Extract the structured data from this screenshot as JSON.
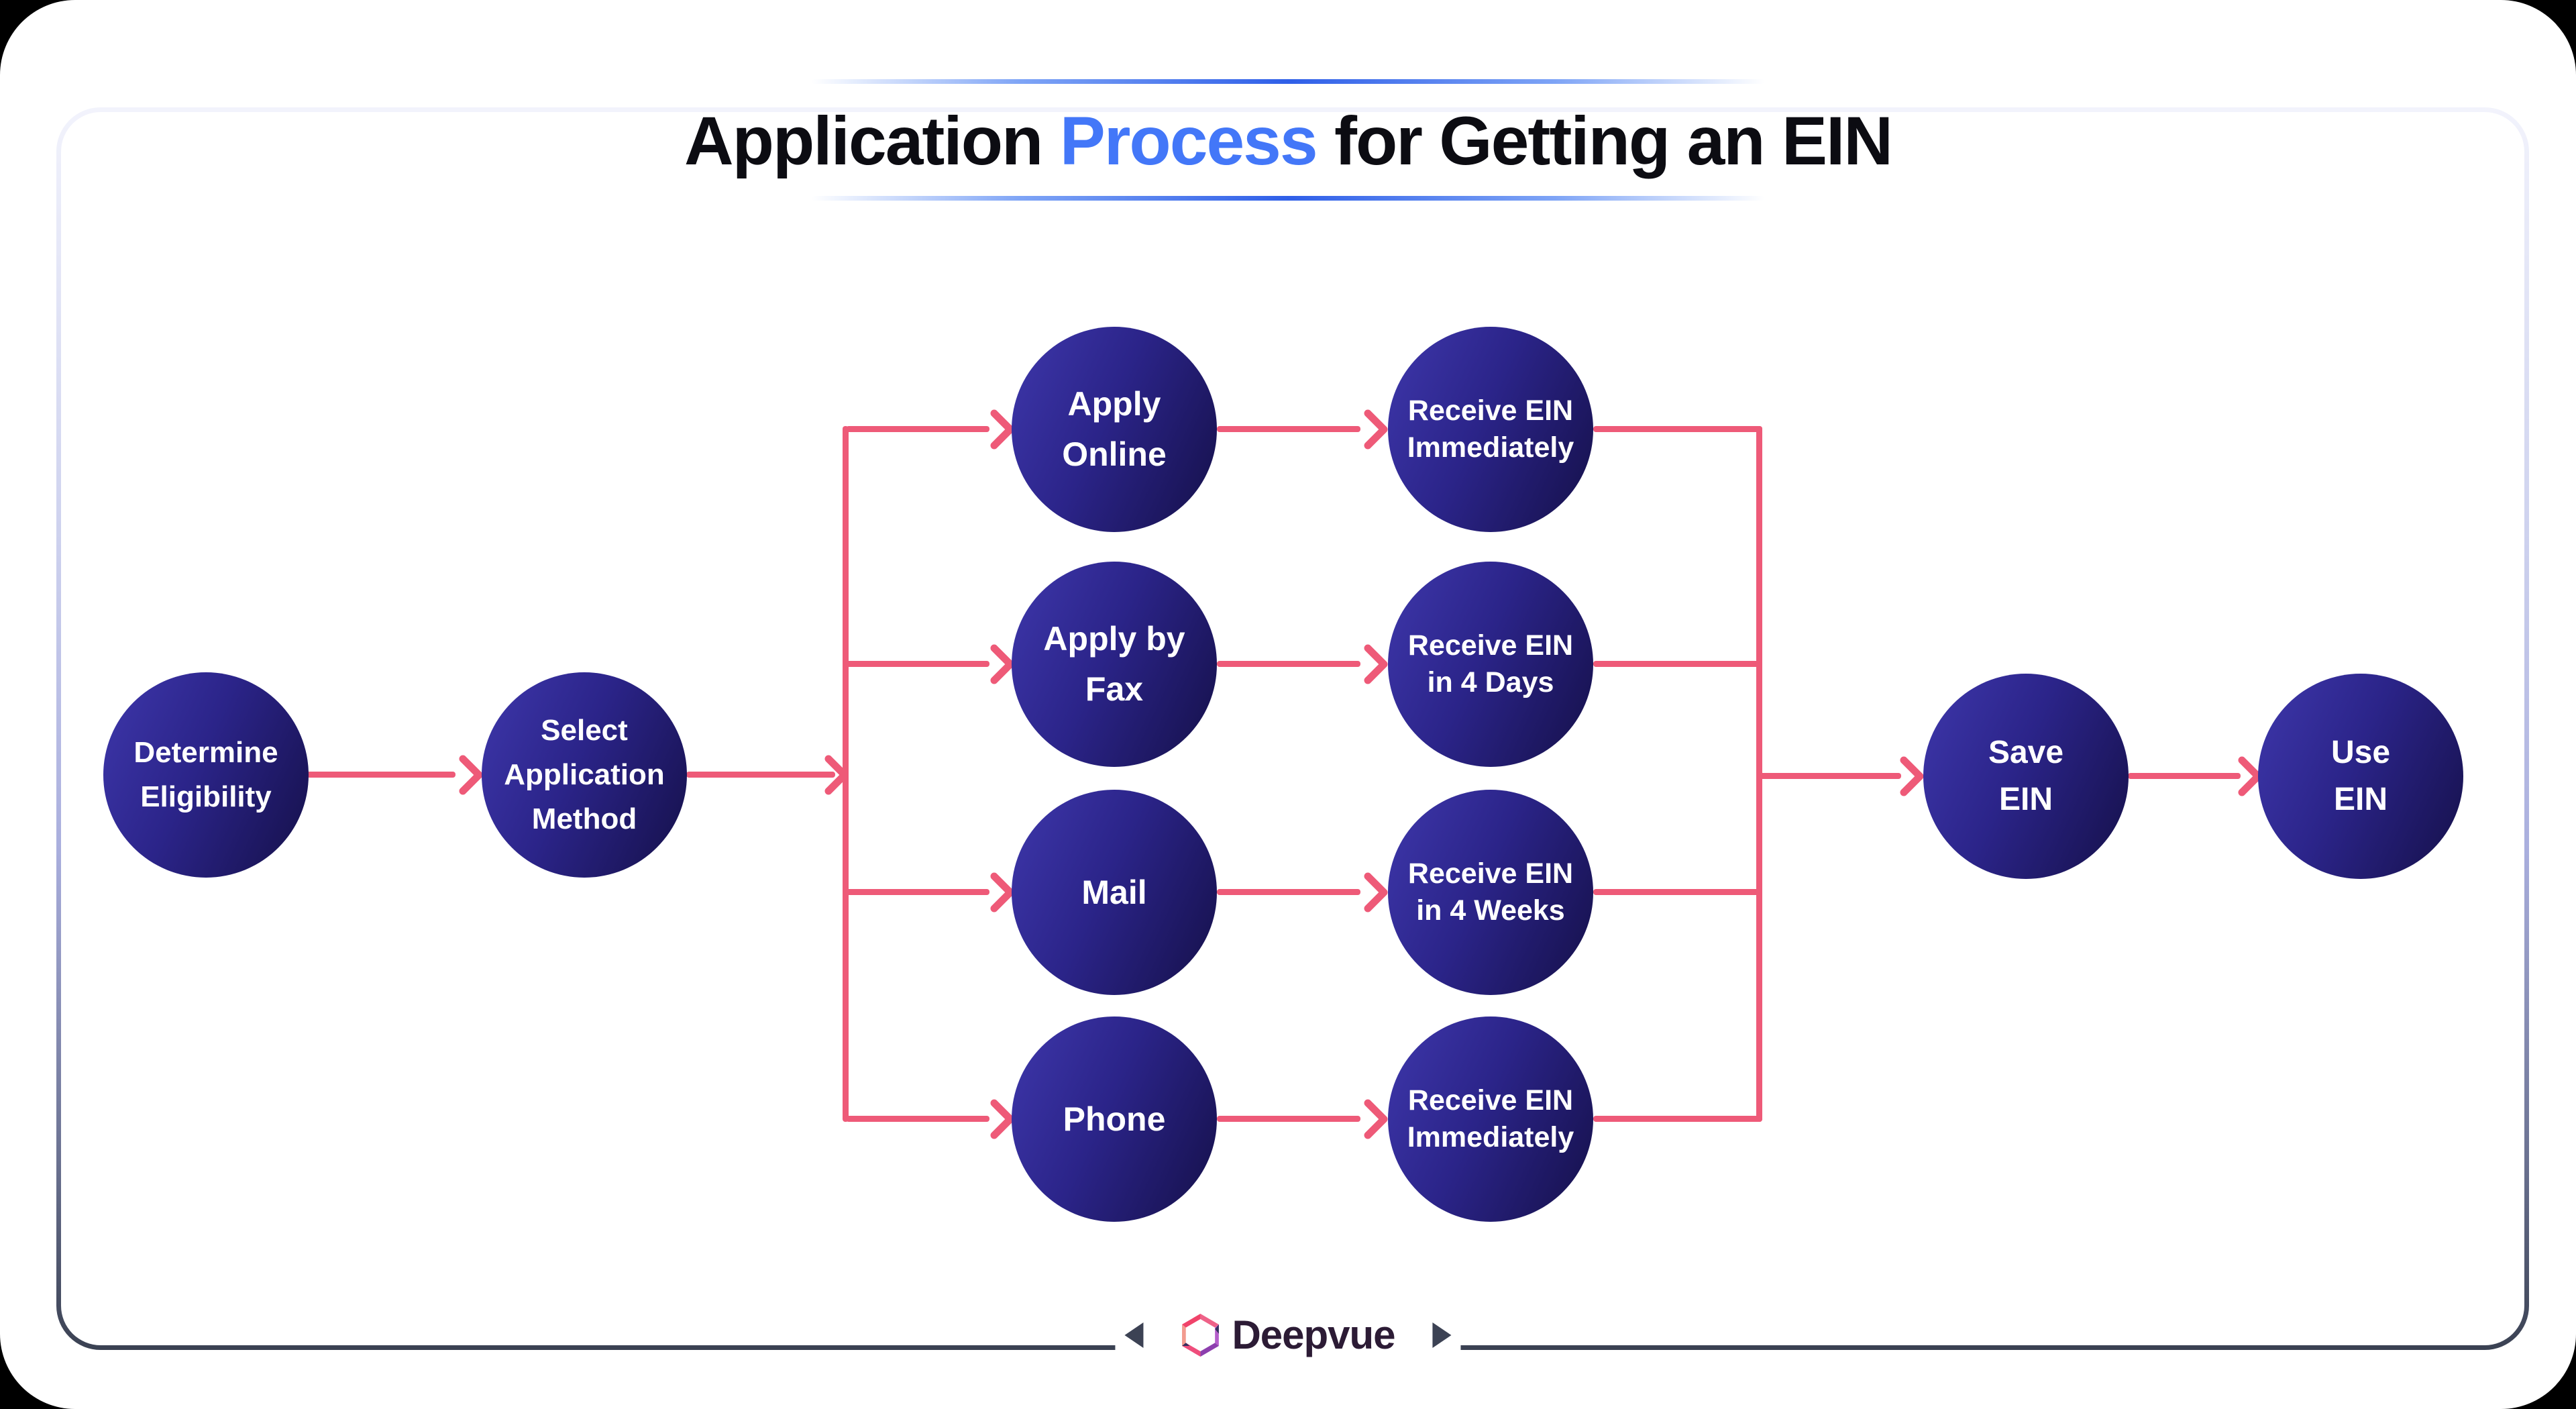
{
  "title": {
    "part1": "Application ",
    "highlight": "Process",
    "part2": " for Getting an EIN"
  },
  "nodes": {
    "determine": {
      "label": "Determine\nEligibility"
    },
    "select": {
      "label": "Select\nApplication\nMethod"
    },
    "apply_online": {
      "label": "Apply\nOnline"
    },
    "apply_fax": {
      "label": "Apply by\nFax"
    },
    "mail": {
      "label": "Mail"
    },
    "phone": {
      "label": "Phone"
    },
    "receive_online": {
      "label": "Receive EIN\nImmediately"
    },
    "receive_fax": {
      "label": "Receive EIN\nin 4 Days"
    },
    "receive_mail": {
      "label": "Receive EIN\nin 4 Weeks"
    },
    "receive_phone": {
      "label": "Receive EIN\nImmediately"
    },
    "save": {
      "label": "Save\nEIN"
    },
    "use": {
      "label": "Use\nEIN"
    }
  },
  "footer": {
    "brand": "Deepvue"
  },
  "colors": {
    "accent_blue": "#4377f8",
    "arrow_pink": "#ee5a78",
    "node_gradient_light": "#3e37ab",
    "node_gradient_dark": "#151049",
    "frame_bottom": "#3a4152",
    "brand_text": "#2c1b35"
  }
}
